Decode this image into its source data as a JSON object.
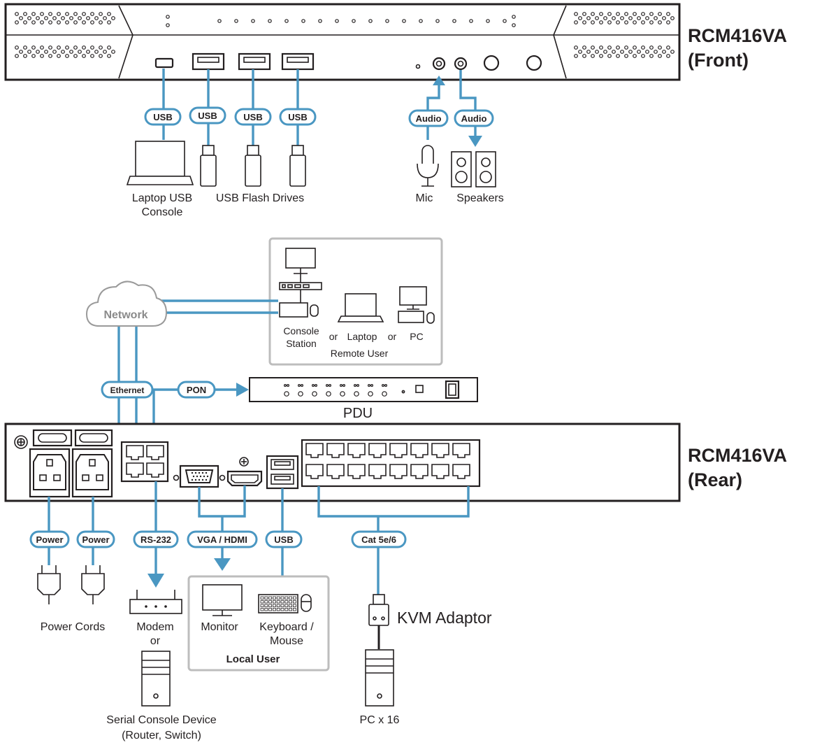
{
  "titles": {
    "front": [
      "RCM416VA",
      "(Front)"
    ],
    "rear": [
      "RCM416VA",
      "(Rear)"
    ]
  },
  "pills": {
    "usb": "USB",
    "audio": "Audio",
    "ethernet": "Ethernet",
    "pon": "PON",
    "power": "Power",
    "rs232": "RS-232",
    "vga_hdmi": "VGA / HDMI",
    "cat": "Cat 5e/6"
  },
  "labels": {
    "laptop_usb_console": [
      "Laptop USB",
      "Console"
    ],
    "usb_flash_drives": "USB Flash Drives",
    "mic": "Mic",
    "speakers": "Speakers",
    "network": "Network",
    "console_station": [
      "Console",
      "Station"
    ],
    "or": "or",
    "laptop": "Laptop",
    "pc": "PC",
    "remote_user": "Remote User",
    "pdu": "PDU",
    "power_cords": "Power Cords",
    "modem": "Modem",
    "serial_console_device": [
      "Serial Console Device",
      "(Router, Switch)"
    ],
    "monitor": "Monitor",
    "keyboard_mouse": [
      "Keyboard /",
      "Mouse"
    ],
    "local_user": "Local User",
    "kvm_adaptor": "KVM Adaptor",
    "pc_x16": "PC x 16"
  },
  "colors": {
    "cable": "#4a97c2",
    "ink": "#231f20",
    "box_border": "#bdbdbd",
    "network_cloud": "#9a9a9a"
  }
}
